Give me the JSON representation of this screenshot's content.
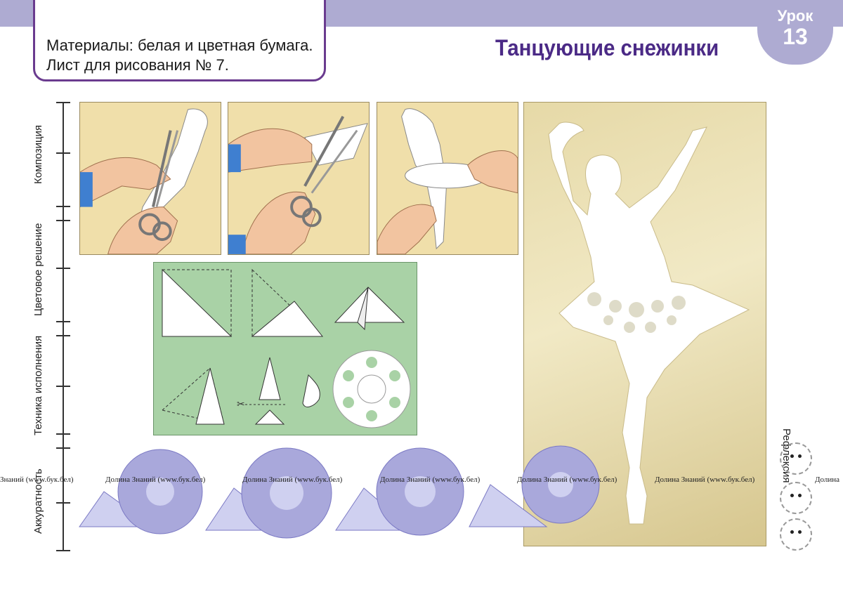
{
  "header": {
    "materials_line1": "Материалы: белая и цветная бумага.",
    "materials_line2": "Лист для рисования № 7.",
    "title": "Танцующие снежинки",
    "lesson_word": "Урок",
    "lesson_number": "13"
  },
  "criteria": {
    "composition": "Композиция",
    "color": "Цветовое решение",
    "technique": "Техника исполнения",
    "accuracy": "Аккуратность"
  },
  "reflection": {
    "label": "Рефлексия"
  },
  "watermark": {
    "text": "Долина Знаний (www.бук.бел)",
    "text_left_cut": "Знаний (www.бук.бел)",
    "text_right_cut": "Долина"
  },
  "colors": {
    "accent": "#4b2a86",
    "banner": "#aeabd2",
    "panel": "#f0dfaa",
    "green": "#a9d2a6",
    "snowflake": "#a9a8db"
  }
}
